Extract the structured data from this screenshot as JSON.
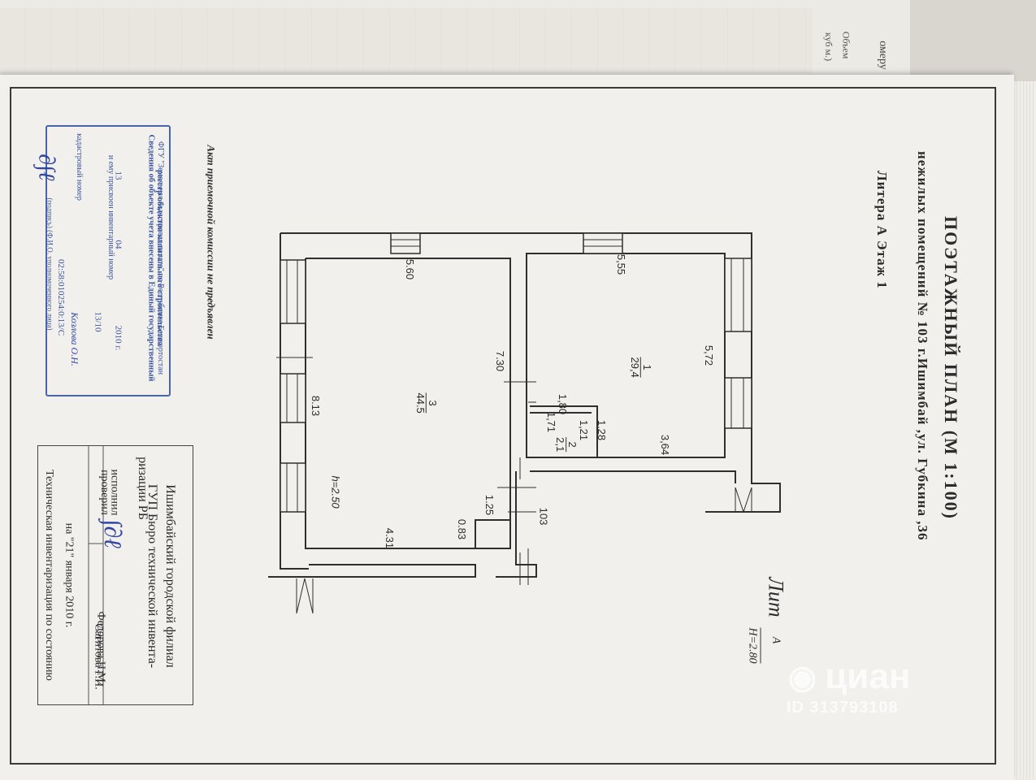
{
  "back_page": {
    "edge_text_1": "омеру",
    "edge_text_2": "Объем",
    "edge_text_3": "куб м.)"
  },
  "plan": {
    "title": "ПОЭТАЖНЫЙ  ПЛАН (М 1:100)",
    "subtitle": "нежилых  помещений  № 103  г.Ишимбай ,ул.  Губкина ,36",
    "litera_floor": "Литера  А   Этаж  1",
    "lit_label": "Лит",
    "lit_fraction_top": "А",
    "lit_fraction_bottom": "H=2.80",
    "act_note": "Акт приемочной комиссии не предъявлен"
  },
  "rooms": [
    {
      "number": "1",
      "area": "29,4"
    },
    {
      "number": "2",
      "area": "2,1"
    },
    {
      "number": "3",
      "area": "44.5"
    }
  ],
  "dimensions": {
    "d_5_55": "5,55",
    "d_5_72": "5,72",
    "d_3_64": "3,64",
    "d_1_80": "1,80",
    "d_1_71": "1,71",
    "d_1_21": "1,21",
    "d_1_28": "1,28",
    "d_5_60": "5.60",
    "d_7_30": "7.30",
    "d_8_13": "8.13",
    "d_h": "h=2.50",
    "d_1_25": "1.25",
    "d_0_83": "0.83",
    "d_4_31": "4.31",
    "d_103": "103"
  },
  "org_block": {
    "org_line_1": "Ишимбайский городской филиал",
    "org_line_2": "ГУП Бюро технической инвента-",
    "org_line_3": "ризации  РБ",
    "executor_role": "исполнил",
    "executor_name": "Федорова Н.М.",
    "checker_role": "проверил",
    "checker_name": "Сагитова Г.И.",
    "inventory_line_1": "Техническая инвентаризация по состоянию",
    "inventory_line_2": "на  \"21\"  января   2010 г."
  },
  "stamp": {
    "line_1": "ФГУ \"Земельная кадастровая палата\" по Республике Башкортостан",
    "line_2": "Сведения об объекте учета внесены в Единый государственный",
    "line_3": "реестр объектов капитального строительства",
    "date_day": "13",
    "date_month": "04",
    "date_year": "2010 г.",
    "inventory_label": "и ему присвоен инвентарный номер",
    "inventory_number": "13/10",
    "cadastral_label": "кадастровый номер",
    "cadastral_number": "02:58:010254:0:13/С",
    "signature_caption": "(подпись)     (Ф.И.О. уполномоченного лица)",
    "signer": "Козлова О.Н."
  },
  "watermark": {
    "brand": "циан",
    "id_text": "ID 313793108"
  },
  "colors": {
    "paper": "#f1f0ec",
    "ink": "#2b2b2b",
    "stamp_blue": "#3d57a0"
  }
}
